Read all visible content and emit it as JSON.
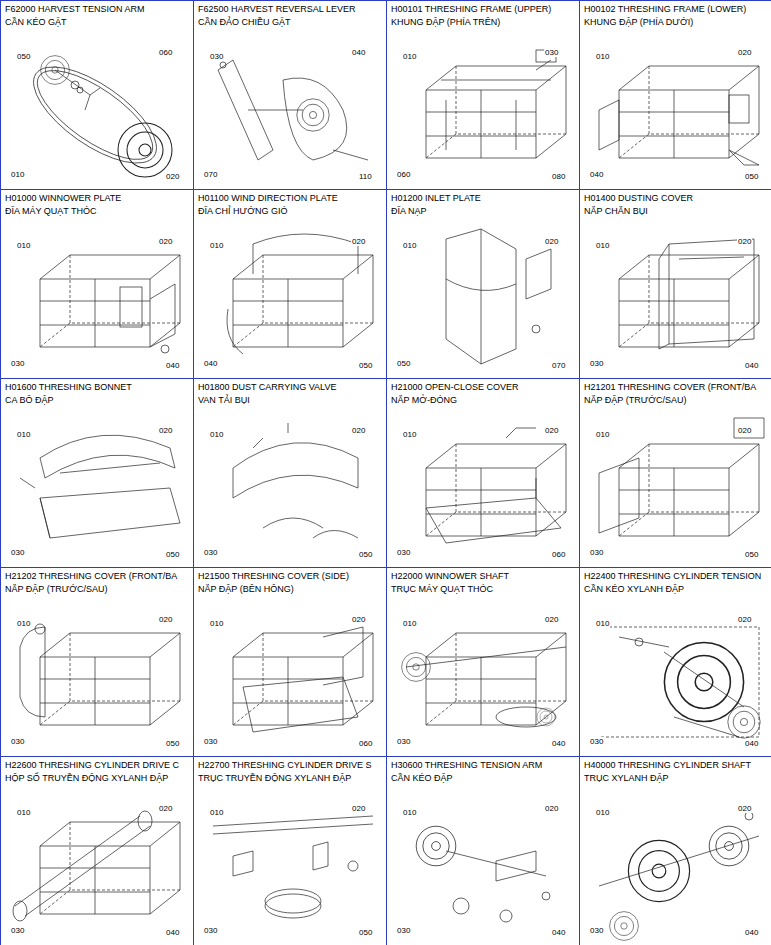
{
  "diagram": {
    "nodes": [
      {
        "text": [
          "F62000 HARVEST TENSION ARM",
          "CẦN KÉO GẶT"
        ]
      },
      {
        "text": [
          "F62500 HARVEST REVERSAL LEVER",
          "CẦN ĐẢO CHIỀU GẶT"
        ]
      },
      {
        "text": [
          "H00101 THRESHING FRAME (UPPER)",
          "KHUNG ĐẬP (PHÍA TRÊN)"
        ]
      },
      {
        "text": [
          "H00102 THRESHING FRAME (LOWER)",
          "KHUNG ĐẬP (PHÍA DƯỚI)"
        ]
      },
      {
        "text": [
          "H01000 WINNOWER PLATE",
          "ĐĨA MÁY QUẠT THÓC"
        ]
      },
      {
        "text": [
          "H01100 WIND DIRECTION PLATE",
          "ĐĨA CHỈ HƯỚNG GIÓ"
        ]
      },
      {
        "text": [
          "H01200 INLET PLATE",
          "ĐĨA NẠP"
        ]
      },
      {
        "text": [
          "H01400 DUSTING COVER",
          "NẮP CHẮN BỤI"
        ]
      },
      {
        "text": [
          "H01600 THRESHING BONNET",
          "CA BÔ ĐẬP"
        ]
      },
      {
        "text": [
          "H01800 DUST CARRYING VALVE",
          "VAN TẢI BỤI"
        ]
      },
      {
        "text": [
          "H21000 OPEN-CLOSE COVER",
          "NẮP MỞ-ĐÓNG"
        ]
      },
      {
        "text": [
          "H21201 THRESHING COVER (FRONT/BA",
          "NẮP ĐẬP (TRƯỚC/SAU)"
        ]
      },
      {
        "text": [
          "H21202 THRESHING COVER (FRONT/BA",
          "NẮP ĐẬP (TRƯỚC/SAU)"
        ]
      },
      {
        "text": [
          "H21500 THRESHING COVER (SIDE)",
          "NẮP ĐẬP (BÊN HÔNG)"
        ]
      },
      {
        "text": [
          "H22000 WINNOWER SHAFT",
          "TRỤC MÁY QUẠT THÓC"
        ]
      },
      {
        "text": [
          "H22400 THRESHING CYLINDER TENSION",
          "CẦN KÉO XYLANH ĐẬP"
        ]
      },
      {
        "text": [
          "H22600 THRESHING CYLINDER DRIVE C",
          "HỘP SỐ TRUYỀN ĐỘNG XYLANH ĐẬP"
        ]
      },
      {
        "text": [
          "H22700 THRESHING CYLINDER DRIVE S",
          "TRỤC TRUYỀN ĐỘNG XYLANH ĐẬP"
        ]
      },
      {
        "text": [
          "H30600 THRESHING TENSION ARM",
          "CẦN KÉO ĐẬP"
        ]
      },
      {
        "text": [
          "H40000 THRESHING CYLINDER SHAFT",
          "TRỤC XYLANH ĐẬP"
        ]
      }
    ],
    "labels": [
      "050",
      "060",
      "010",
      "020",
      "030",
      "040",
      "070",
      "110",
      "010",
      "030",
      "060",
      "080",
      "010",
      "020",
      "040",
      "050",
      "010",
      "020",
      "030",
      "040",
      "010",
      "020",
      "040",
      "050",
      "010",
      "020",
      "050",
      "070",
      "010",
      "020",
      "030",
      "040",
      "010",
      "020",
      "030",
      "050",
      "010",
      "020",
      "030",
      "050",
      "010",
      "020",
      "030",
      "060",
      "010",
      "020",
      "030",
      "050",
      "010",
      "020",
      "030",
      "050",
      "010",
      "020",
      "030",
      "060",
      "010",
      "020",
      "030",
      "040",
      "010",
      "020",
      "030",
      "040",
      "010",
      "020",
      "030",
      "040",
      "010",
      "020",
      "030",
      "050",
      "010",
      "020",
      "030",
      "040",
      "010",
      "020",
      "030",
      "040"
    ]
  }
}
